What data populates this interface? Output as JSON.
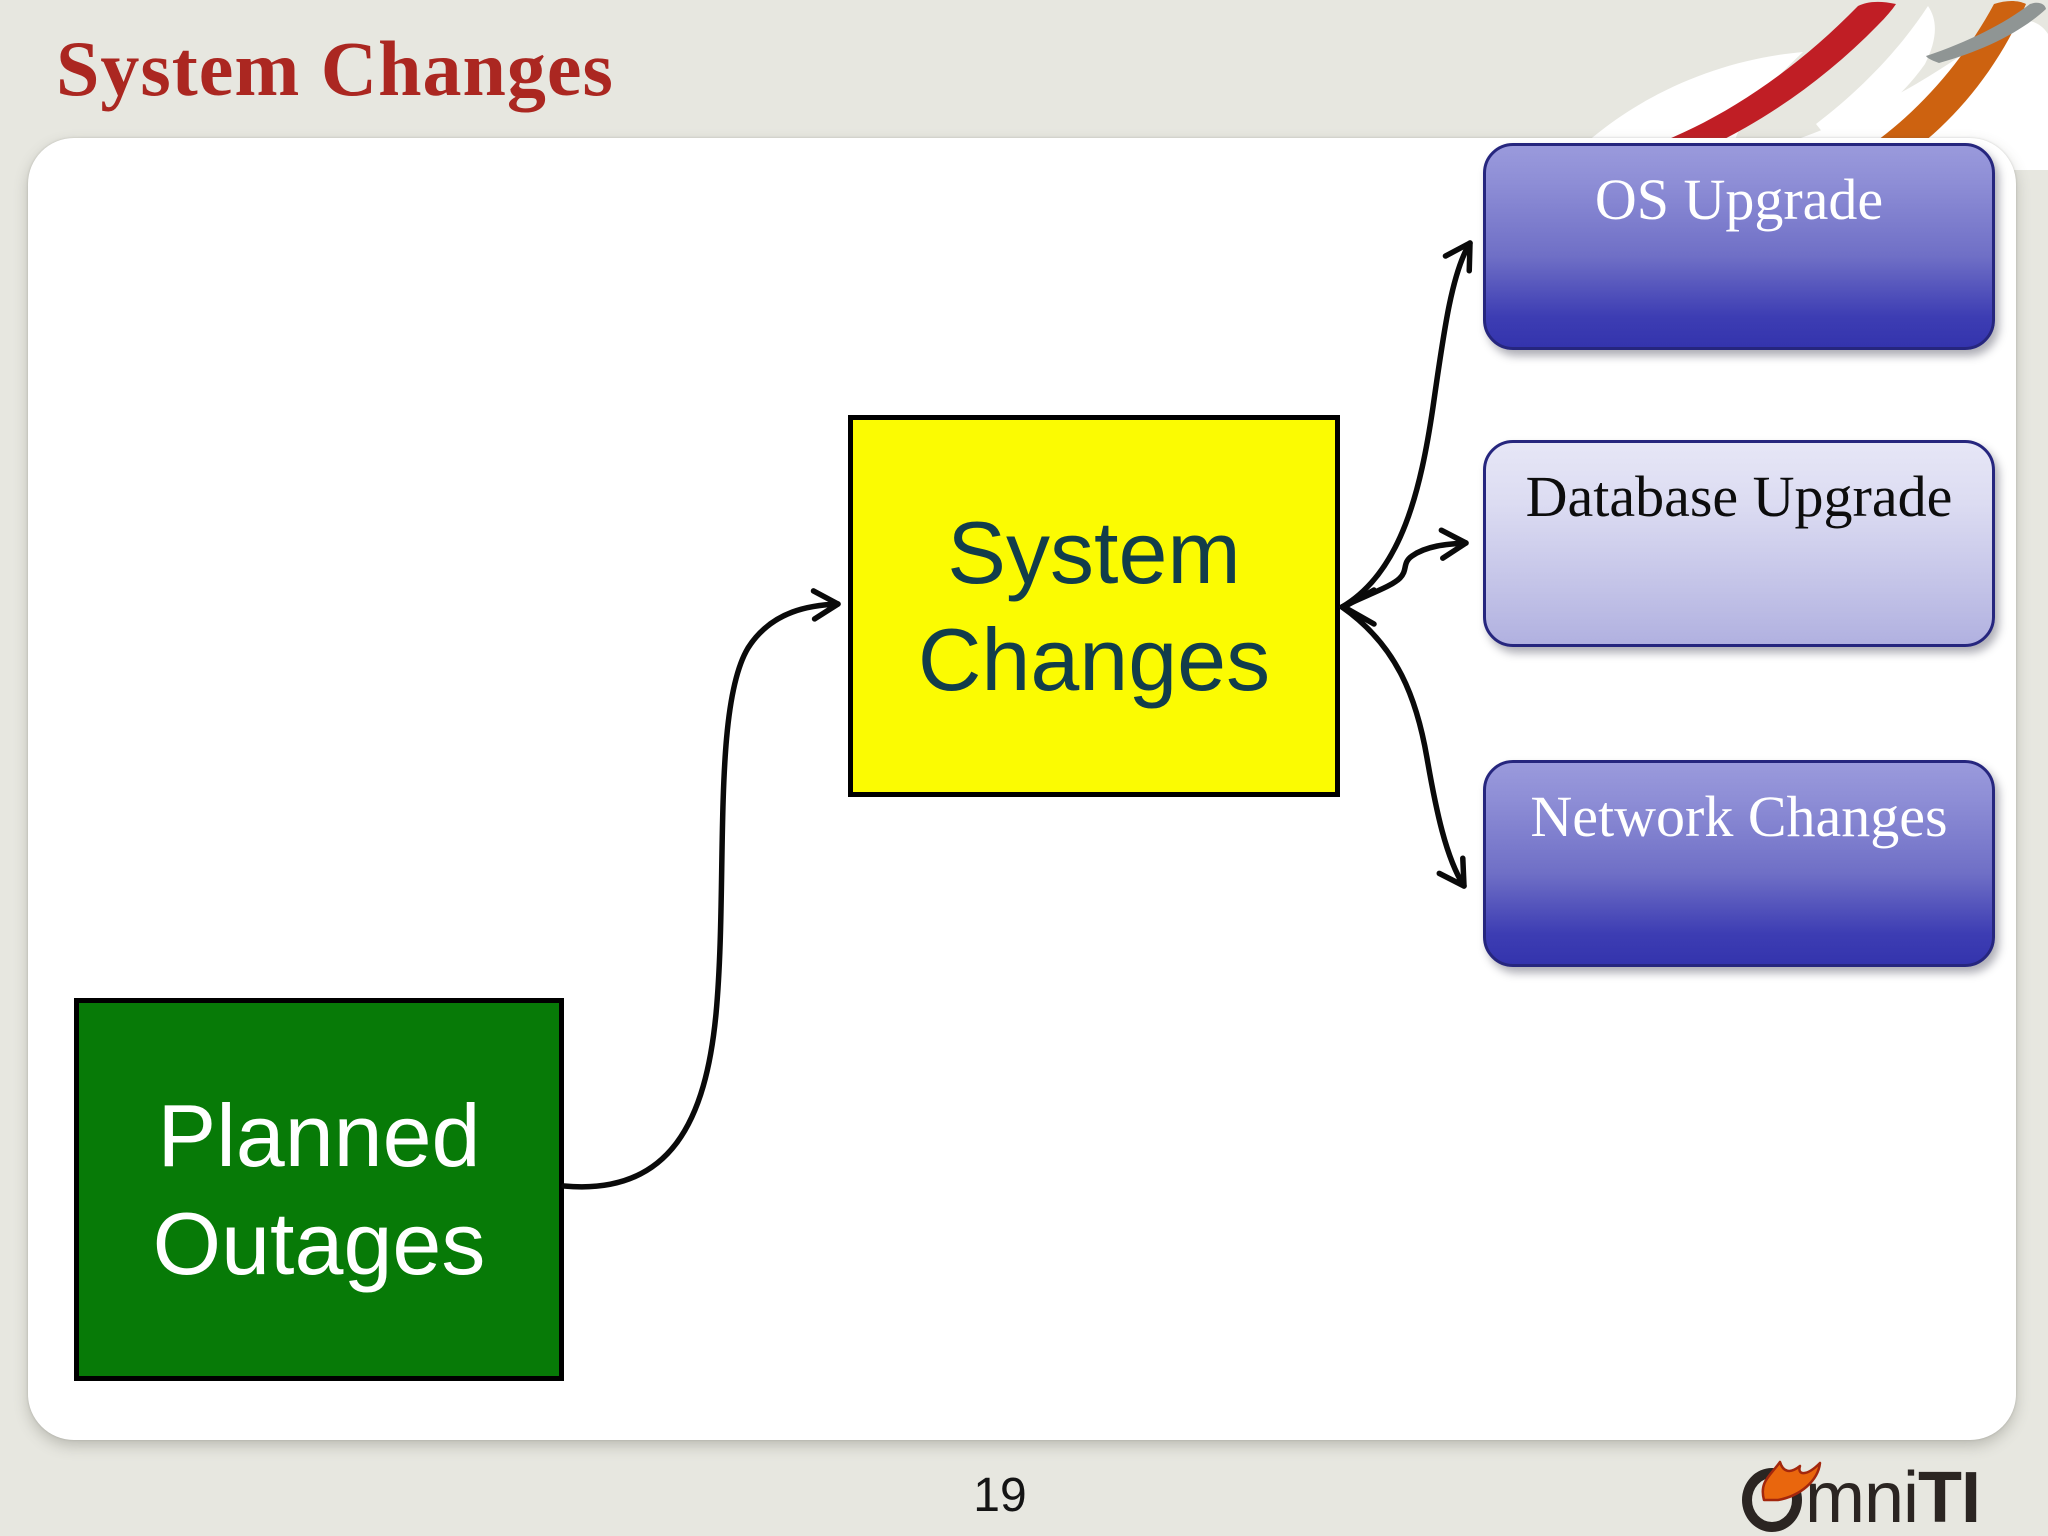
{
  "slide": {
    "title": "System Changes",
    "title_color": "#ab2721",
    "background_color": "#e7e7e0"
  },
  "diagram": {
    "source": {
      "line1": "Planned",
      "line2": "Outages",
      "fill": "#077a07",
      "border": "#000000",
      "text_color": "#ffffff"
    },
    "hub": {
      "line1": "System",
      "line2": "Changes",
      "fill": "#fbfb02",
      "border": "#000000",
      "text_color": "#123d4a"
    },
    "targets": [
      {
        "label": "OS Upgrade",
        "variant": "dark",
        "gradient_top": "#9a9adc",
        "gradient_bottom": "#3434ad",
        "text_color": "#ffffff",
        "border": "#26267e"
      },
      {
        "label": "Database Upgrade",
        "variant": "light",
        "gradient_top": "#e6e6f6",
        "gradient_bottom": "#b1b1e0",
        "text_color": "#0d0d0d",
        "border": "#26267e"
      },
      {
        "label": "Network Changes",
        "variant": "dark",
        "gradient_top": "#9a9adc",
        "gradient_bottom": "#3434ad",
        "text_color": "#ffffff",
        "border": "#26267e"
      }
    ],
    "arrow_color": "#0a0a0a"
  },
  "footer": {
    "page_number": "19",
    "logo": {
      "o": "O",
      "mid": "mni",
      "bold": "TI"
    }
  }
}
